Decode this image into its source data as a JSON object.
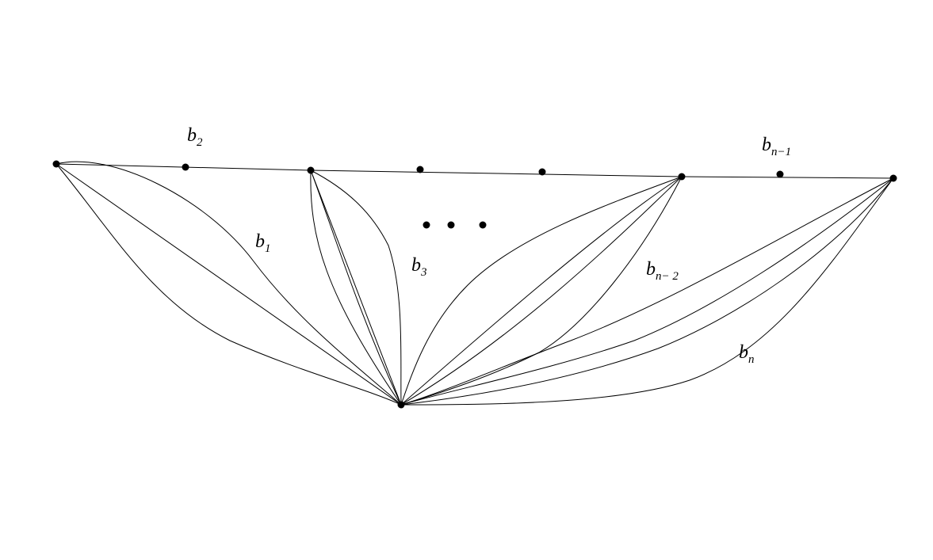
{
  "diagram": {
    "labels": {
      "b1": {
        "base": "b",
        "sub": "1"
      },
      "b2": {
        "base": "b",
        "sub": "2"
      },
      "b3": {
        "base": "b",
        "sub": "3"
      },
      "bn2": {
        "base": "b",
        "sub": "n− 2"
      },
      "bn1": {
        "base": "b",
        "sub": "n−1"
      },
      "bn": {
        "base": "b",
        "sub": "n"
      }
    },
    "ellipsis": "• • •"
  }
}
